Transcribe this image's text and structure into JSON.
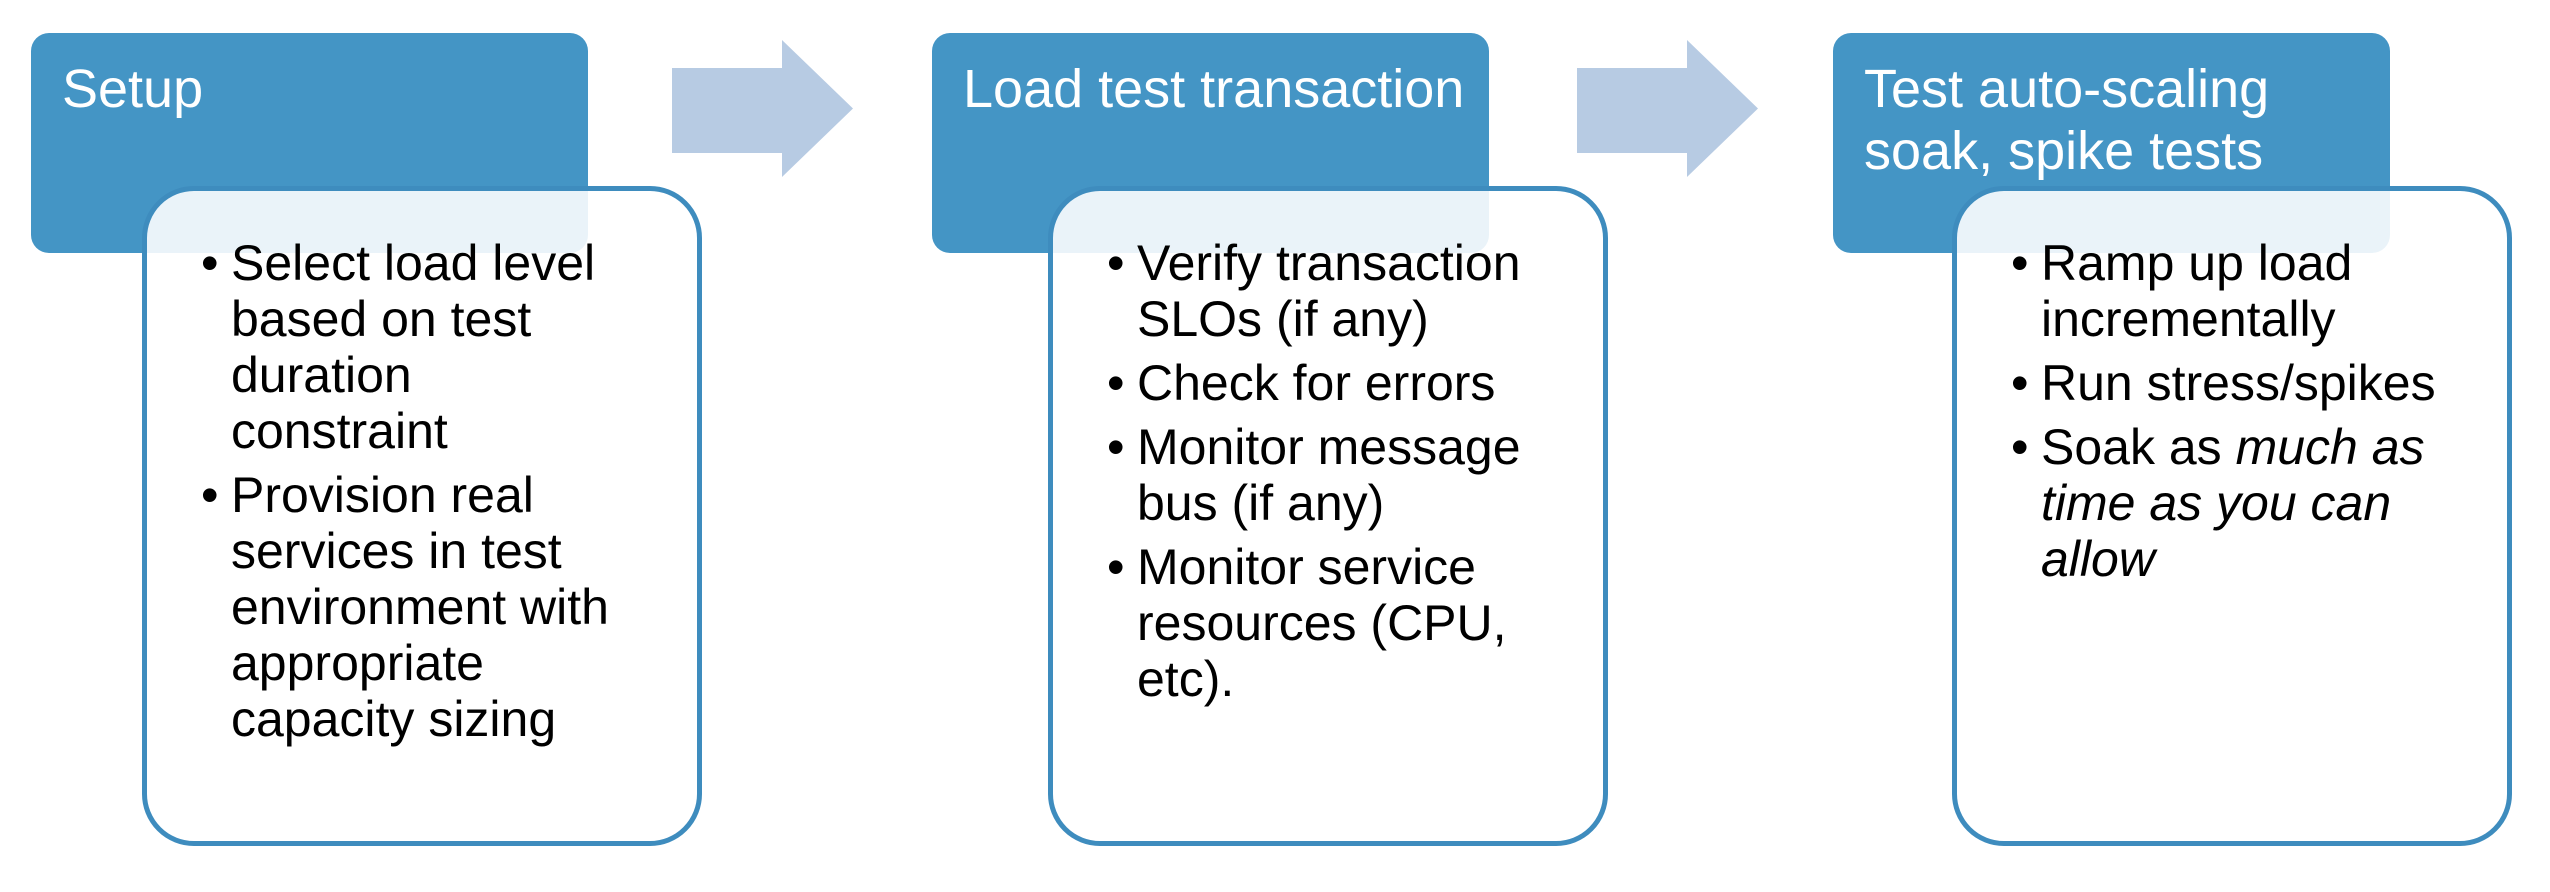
{
  "diagram": {
    "colors": {
      "header_fill": "#4495c5",
      "content_border": "#3e8cbe",
      "content_overlap_tint": "#ecf2f9",
      "arrow_fill": "#b7cbe3",
      "title_text": "#ffffff",
      "body_text": "#000000",
      "background": "#ffffff"
    },
    "arrows": [
      {
        "icon": "right-arrow-icon"
      },
      {
        "icon": "right-arrow-icon"
      }
    ],
    "columns": [
      {
        "title": "Setup",
        "bullets": [
          {
            "segments": [
              {
                "text": "Select load level based on test duration constraint",
                "italic": false
              }
            ]
          },
          {
            "segments": [
              {
                "text": "Provision real services in test environment with appropriate capacity sizing",
                "italic": false
              }
            ]
          }
        ]
      },
      {
        "title": "Load test transaction",
        "bullets": [
          {
            "segments": [
              {
                "text": "Verify transaction SLOs (if any)",
                "italic": false
              }
            ]
          },
          {
            "segments": [
              {
                "text": "Check for errors",
                "italic": false
              }
            ]
          },
          {
            "segments": [
              {
                "text": "Monitor message bus (if any)",
                "italic": false
              }
            ]
          },
          {
            "segments": [
              {
                "text": "Monitor service resources (CPU, etc).",
                "italic": false
              }
            ]
          }
        ]
      },
      {
        "title": "Test auto-scaling soak, spike tests",
        "bullets": [
          {
            "segments": [
              {
                "text": "Ramp up load incrementally",
                "italic": false
              }
            ]
          },
          {
            "segments": [
              {
                "text": "Run stress/spikes",
                "italic": false
              }
            ]
          },
          {
            "segments": [
              {
                "text": "Soak as ",
                "italic": false
              },
              {
                "text": "much as time as you can allow",
                "italic": true
              }
            ]
          }
        ]
      }
    ]
  }
}
